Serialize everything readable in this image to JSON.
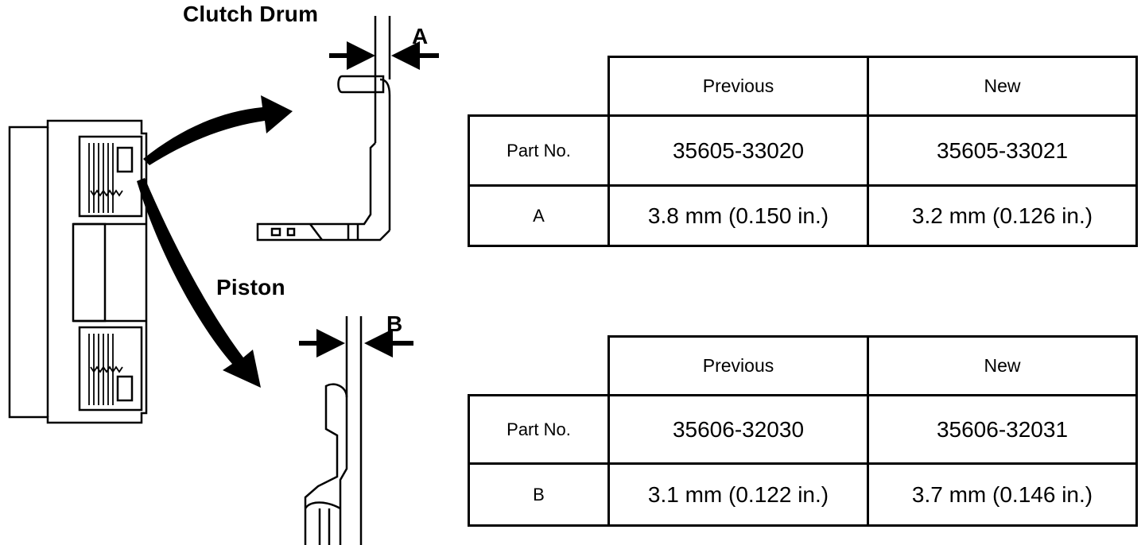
{
  "labels": {
    "clutch_drum": "Clutch Drum",
    "piston": "Piston",
    "dim_a": "A",
    "dim_b": "B"
  },
  "table_a": {
    "headers": [
      "Previous",
      "New"
    ],
    "rows": [
      {
        "label": "Part No.",
        "previous": "35605-33020",
        "new": "35605-33021"
      },
      {
        "label": "A",
        "previous": "3.8 mm (0.150 in.)",
        "new": "3.2 mm (0.126 in.)"
      }
    ]
  },
  "table_b": {
    "headers": [
      "Previous",
      "New"
    ],
    "rows": [
      {
        "label": "Part No.",
        "previous": "35606-32030",
        "new": "35606-32031"
      },
      {
        "label": "B",
        "previous": "3.1 mm (0.122 in.)",
        "new": "3.7 mm (0.146 in.)"
      }
    ]
  }
}
